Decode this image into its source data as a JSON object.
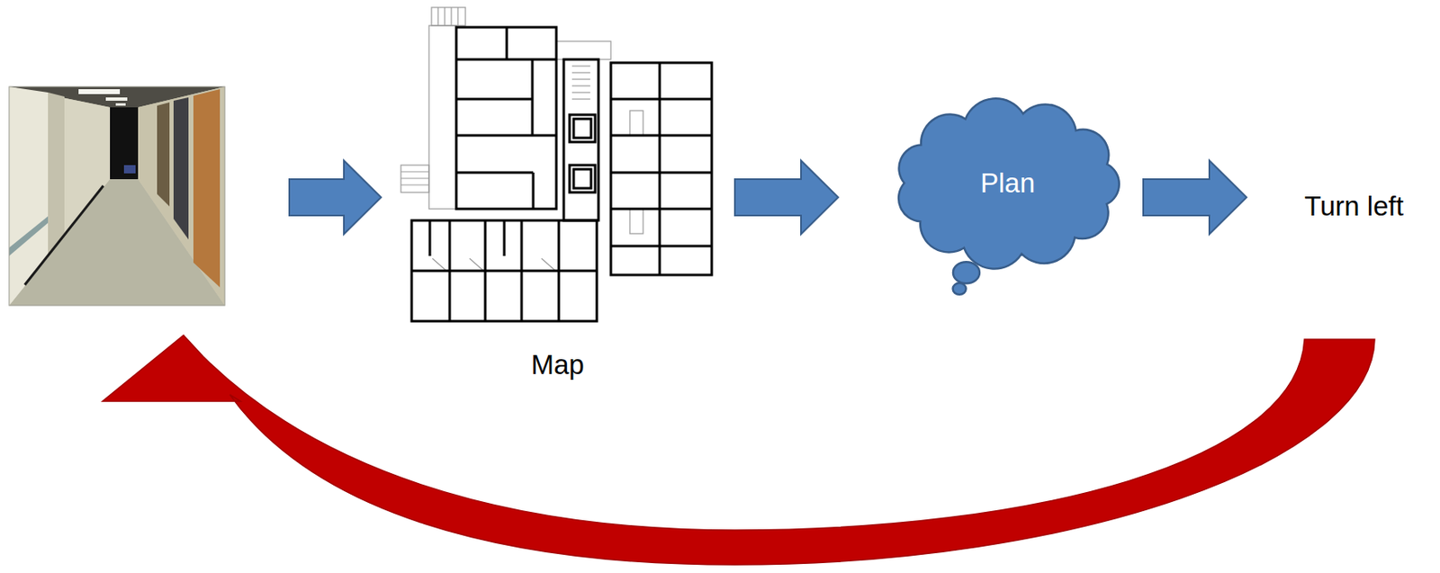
{
  "diagram": {
    "nodes": [
      {
        "text": [
          "Map"
        ]
      },
      {
        "text": [
          "Plan"
        ]
      },
      {
        "text": [
          "Turn left"
        ]
      }
    ],
    "edges": [
      {
        "from": 0,
        "to": 1,
        "arrow": "to"
      },
      {
        "from": 1,
        "to": 2,
        "arrow": "to"
      }
    ]
  }
}
